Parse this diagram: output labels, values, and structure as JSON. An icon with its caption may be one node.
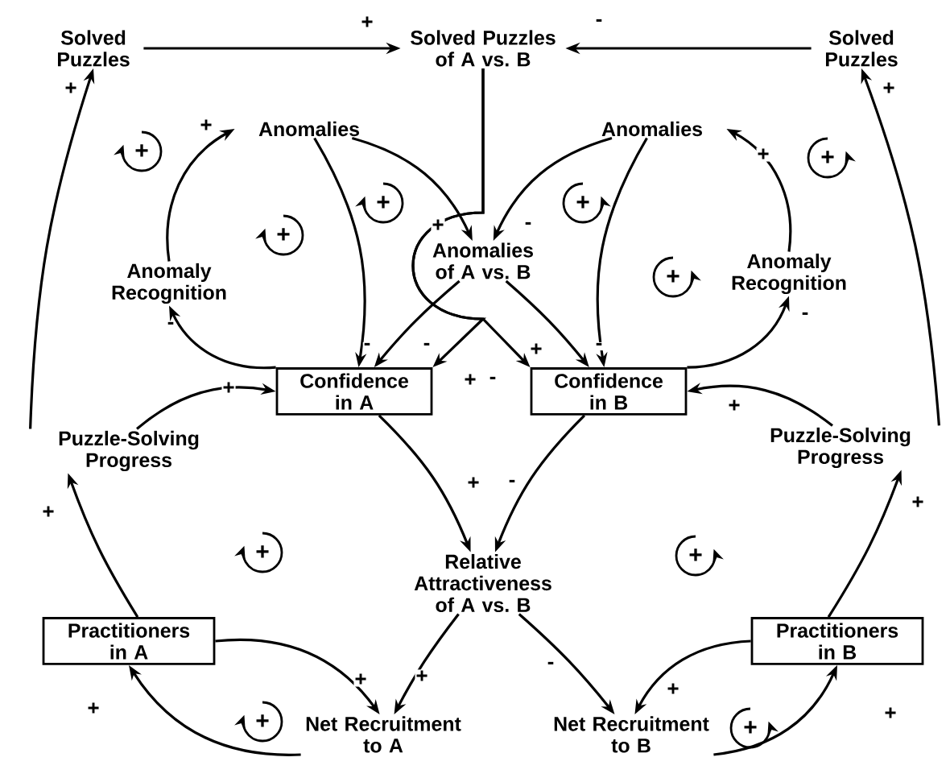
{
  "diagram": {
    "nodes": [
      {
        "text": [
          "Solved Puzzles"
        ]
      },
      {
        "text": [
          "Solved Puzzles of A vs. B"
        ]
      },
      {
        "text": [
          "Solved Puzzles"
        ]
      },
      {
        "text": [
          "Anomalies"
        ]
      },
      {
        "text": [
          "Anomalies"
        ]
      },
      {
        "text": [
          "Anomaly Recognition"
        ]
      },
      {
        "text": [
          "Anomalies of A vs. B"
        ]
      },
      {
        "text": [
          "Anomaly Recognition"
        ]
      },
      {
        "text": [
          "Confidence in A"
        ]
      },
      {
        "text": [
          "Confidence in B"
        ]
      },
      {
        "text": [
          "Puzzle-Solving Progress"
        ]
      },
      {
        "text": [
          "Puzzle-Solving Progress"
        ]
      },
      {
        "text": [
          "Relative Attractiveness of A vs. B"
        ]
      },
      {
        "text": [
          "Practitioners in A"
        ]
      },
      {
        "text": [
          "Practitioners in B"
        ]
      },
      {
        "text": [
          "Net Recruitment to A"
        ]
      },
      {
        "text": [
          "Net Recruitment to B"
        ]
      }
    ],
    "edges": [
      {
        "from": 0,
        "to": 1,
        "arrow": "to",
        "label": "+"
      },
      {
        "from": 2,
        "to": 1,
        "arrow": "to",
        "label": "-"
      },
      {
        "from": 1,
        "to": 8,
        "arrow": "to",
        "label": "+"
      },
      {
        "from": 1,
        "to": 9,
        "arrow": "to",
        "label": "-"
      },
      {
        "from": 3,
        "to": 6,
        "arrow": "to",
        "label": "+"
      },
      {
        "from": 4,
        "to": 6,
        "arrow": "to",
        "label": "-"
      },
      {
        "from": 3,
        "to": 8,
        "arrow": "to",
        "label": "-"
      },
      {
        "from": 4,
        "to": 9,
        "arrow": "to",
        "label": "-"
      },
      {
        "from": 6,
        "to": 8,
        "arrow": "to",
        "label": "-"
      },
      {
        "from": 6,
        "to": 9,
        "arrow": "to",
        "label": "+"
      },
      {
        "from": 8,
        "to": 5,
        "arrow": "to",
        "label": "-"
      },
      {
        "from": 5,
        "to": 3,
        "arrow": "to",
        "label": "+"
      },
      {
        "from": 9,
        "to": 7,
        "arrow": "to",
        "label": "-"
      },
      {
        "from": 7,
        "to": 4,
        "arrow": "to",
        "label": "+"
      },
      {
        "from": 10,
        "to": 8,
        "arrow": "to",
        "label": "+"
      },
      {
        "from": 11,
        "to": 9,
        "arrow": "to",
        "label": "+"
      },
      {
        "from": 10,
        "to": 0,
        "arrow": "to",
        "label": "+"
      },
      {
        "from": 11,
        "to": 2,
        "arrow": "to",
        "label": "+"
      },
      {
        "from": 13,
        "to": 10,
        "arrow": "to",
        "label": "+"
      },
      {
        "from": 14,
        "to": 11,
        "arrow": "to",
        "label": "+"
      },
      {
        "from": 8,
        "to": 12,
        "arrow": "to",
        "label": "+"
      },
      {
        "from": 9,
        "to": 12,
        "arrow": "to",
        "label": "-"
      },
      {
        "from": 12,
        "to": 15,
        "arrow": "to",
        "label": "+"
      },
      {
        "from": 12,
        "to": 16,
        "arrow": "to",
        "label": "-"
      },
      {
        "from": 13,
        "to": 15,
        "arrow": "to",
        "label": "+"
      },
      {
        "from": 14,
        "to": 16,
        "arrow": "to",
        "label": "+"
      },
      {
        "from": 15,
        "to": 13,
        "arrow": "to",
        "label": "+"
      },
      {
        "from": 16,
        "to": 14,
        "arrow": "to",
        "label": "+"
      }
    ],
    "labels": [
      "+",
      "+",
      "+",
      "+",
      "+",
      "+",
      "+",
      "+",
      "+",
      "+"
    ]
  }
}
